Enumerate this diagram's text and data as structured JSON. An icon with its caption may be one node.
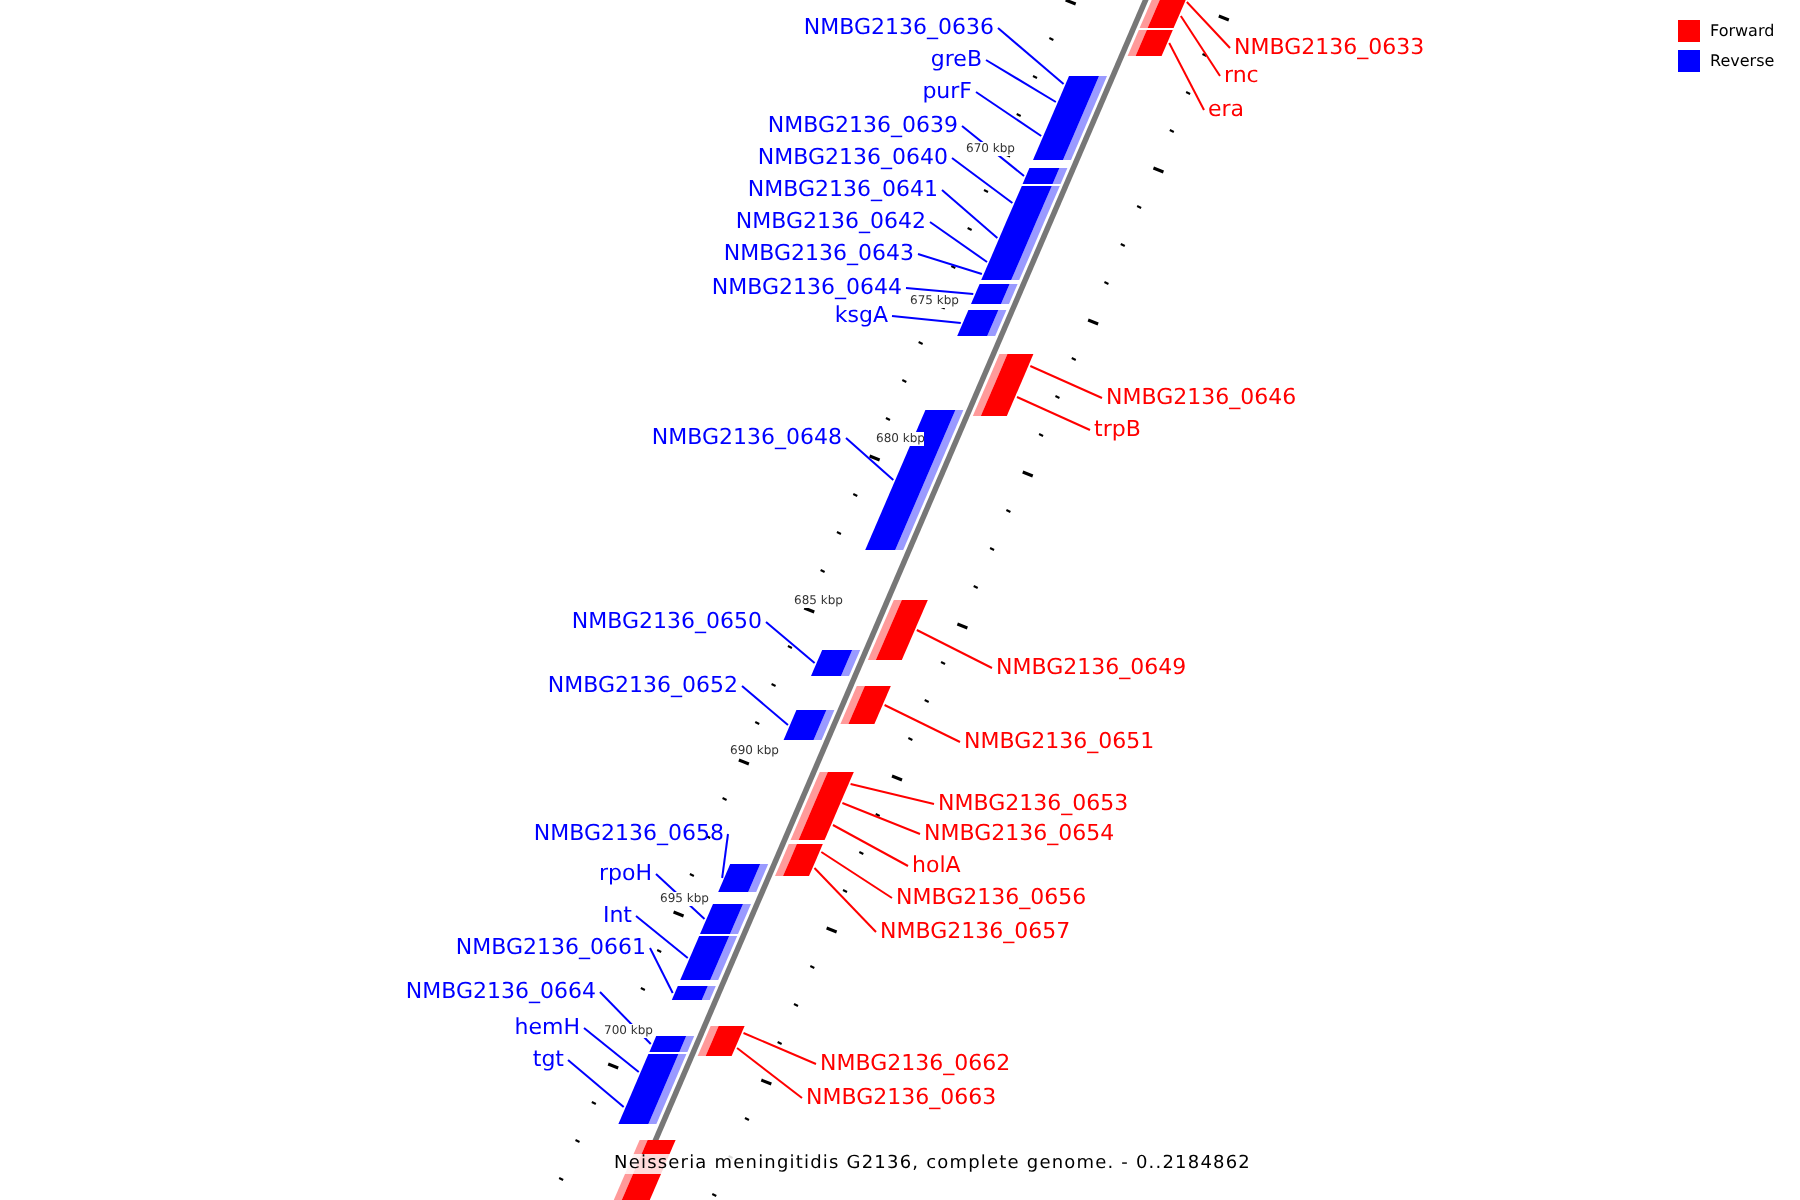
{
  "diagram": {
    "caption": "Neisseria meningitidis G2136, complete genome. - 0..2184862",
    "nodes": [
      {
        "text": [
          "NMBG2136_0636"
        ]
      },
      {
        "text": [],
        "shape": "bar"
      },
      {
        "text": [
          "NMBG2136_0633"
        ]
      },
      {
        "text": [],
        "shape": "bar"
      },
      {
        "text": [
          "greB"
        ]
      },
      {
        "text": [],
        "shape": "bar"
      },
      {
        "text": [
          "rnc"
        ]
      },
      {
        "text": [],
        "shape": "bar"
      },
      {
        "text": [
          "purF"
        ]
      },
      {
        "text": [],
        "shape": "bar"
      },
      {
        "text": [
          "era"
        ]
      },
      {
        "text": [],
        "shape": "bar"
      },
      {
        "text": [
          "NMBG2136_0639"
        ]
      },
      {
        "text": [],
        "shape": "bar"
      },
      {
        "text": [
          "NMBG2136_0640"
        ]
      },
      {
        "text": [],
        "shape": "bar"
      },
      {
        "text": [
          "NMBG2136_0641"
        ]
      },
      {
        "text": [],
        "shape": "bar"
      },
      {
        "text": [
          "NMBG2136_0642"
        ]
      },
      {
        "text": [],
        "shape": "bar"
      },
      {
        "text": [
          "NMBG2136_0643"
        ]
      },
      {
        "text": [],
        "shape": "bar"
      },
      {
        "text": [
          "NMBG2136_0644"
        ]
      },
      {
        "text": [],
        "shape": "bar"
      },
      {
        "text": [
          "ksgA"
        ]
      },
      {
        "text": [],
        "shape": "bar"
      },
      {
        "text": [
          "NMBG2136_0646"
        ]
      },
      {
        "text": [],
        "shape": "bar"
      },
      {
        "text": [
          "trpB"
        ]
      },
      {
        "text": [],
        "shape": "bar"
      },
      {
        "text": [
          "NMBG2136_0648"
        ]
      },
      {
        "text": [],
        "shape": "bar"
      },
      {
        "text": [
          "NMBG2136_0650"
        ]
      },
      {
        "text": [],
        "shape": "bar"
      },
      {
        "text": [
          "NMBG2136_0649"
        ]
      },
      {
        "text": [],
        "shape": "bar"
      },
      {
        "text": [
          "NMBG2136_0652"
        ]
      },
      {
        "text": [],
        "shape": "bar"
      },
      {
        "text": [
          "NMBG2136_0651"
        ]
      },
      {
        "text": [],
        "shape": "bar"
      },
      {
        "text": [
          "NMBG2136_0653"
        ]
      },
      {
        "text": [],
        "shape": "bar"
      },
      {
        "text": [
          "NMBG2136_0654"
        ]
      },
      {
        "text": [],
        "shape": "bar"
      },
      {
        "text": [
          "NMBG2136_0658"
        ]
      },
      {
        "text": [],
        "shape": "bar"
      },
      {
        "text": [
          "holA"
        ]
      },
      {
        "text": [],
        "shape": "bar"
      },
      {
        "text": [
          "rpoH"
        ]
      },
      {
        "text": [],
        "shape": "bar"
      },
      {
        "text": [
          "NMBG2136_0656"
        ]
      },
      {
        "text": [],
        "shape": "bar"
      },
      {
        "text": [
          "Int"
        ]
      },
      {
        "text": [],
        "shape": "bar"
      },
      {
        "text": [
          "NMBG2136_0657"
        ]
      },
      {
        "text": [],
        "shape": "bar"
      },
      {
        "text": [
          "NMBG2136_0661"
        ]
      },
      {
        "text": [],
        "shape": "bar"
      },
      {
        "text": [
          "NMBG2136_0664"
        ]
      },
      {
        "text": [],
        "shape": "bar"
      },
      {
        "text": [
          "hemH"
        ]
      },
      {
        "text": [],
        "shape": "bar"
      },
      {
        "text": [
          "tgt"
        ]
      },
      {
        "text": [],
        "shape": "bar"
      },
      {
        "text": [
          "NMBG2136_0662"
        ]
      },
      {
        "text": [],
        "shape": "bar"
      },
      {
        "text": [
          "NMBG2136_0663"
        ]
      },
      {
        "text": [],
        "shape": "bar"
      },
      {
        "text": [],
        "shape": "bar"
      }
    ],
    "edges": [
      {
        "from": 0,
        "to": 1,
        "arrow": "none"
      },
      {
        "from": 2,
        "to": 3,
        "arrow": "none",
        "color": "#ff0000"
      },
      {
        "from": 4,
        "to": 5,
        "arrow": "none"
      },
      {
        "from": 6,
        "to": 7,
        "arrow": "none",
        "color": "#ff0000"
      },
      {
        "from": 8,
        "to": 9,
        "arrow": "none"
      },
      {
        "from": 10,
        "to": 11,
        "arrow": "none",
        "color": "#ff0000"
      },
      {
        "from": 12,
        "to": 13,
        "arrow": "none"
      },
      {
        "from": 14,
        "to": 15,
        "arrow": "none"
      },
      {
        "from": 16,
        "to": 17,
        "arrow": "none"
      },
      {
        "from": 18,
        "to": 19,
        "arrow": "none"
      },
      {
        "from": 20,
        "to": 21,
        "arrow": "none"
      },
      {
        "from": 22,
        "to": 23,
        "arrow": "none"
      },
      {
        "from": 24,
        "to": 25,
        "arrow": "none"
      },
      {
        "from": 26,
        "to": 27,
        "arrow": "none",
        "color": "#ff0000"
      },
      {
        "from": 28,
        "to": 29,
        "arrow": "none",
        "color": "#ff0000"
      },
      {
        "from": 30,
        "to": 31,
        "arrow": "none"
      },
      {
        "from": 32,
        "to": 33,
        "arrow": "none"
      },
      {
        "from": 34,
        "to": 35,
        "arrow": "none",
        "color": "#ff0000"
      },
      {
        "from": 36,
        "to": 37,
        "arrow": "none"
      },
      {
        "from": 38,
        "to": 39,
        "arrow": "none",
        "color": "#ff0000"
      },
      {
        "from": 40,
        "to": 41,
        "arrow": "none",
        "color": "#ff0000"
      },
      {
        "from": 42,
        "to": 43,
        "arrow": "none",
        "color": "#ff0000"
      },
      {
        "from": 44,
        "to": 45,
        "arrow": "none"
      },
      {
        "from": 46,
        "to": 47,
        "arrow": "none",
        "color": "#ff0000"
      },
      {
        "from": 48,
        "to": 49,
        "arrow": "none"
      },
      {
        "from": 50,
        "to": 51,
        "arrow": "none",
        "color": "#ff0000"
      },
      {
        "from": 52,
        "to": 53,
        "arrow": "none"
      },
      {
        "from": 54,
        "to": 55,
        "arrow": "none",
        "color": "#ff0000"
      },
      {
        "from": 56,
        "to": 57,
        "arrow": "none"
      },
      {
        "from": 58,
        "to": 59,
        "arrow": "none"
      },
      {
        "from": 60,
        "to": 61,
        "arrow": "none"
      },
      {
        "from": 62,
        "to": 63,
        "arrow": "none"
      },
      {
        "from": 64,
        "to": 65,
        "arrow": "none",
        "color": "#ff0000"
      },
      {
        "from": 66,
        "to": 67,
        "arrow": "none",
        "color": "#ff0000"
      }
    ],
    "labels": [
      "670 kbp",
      "675 kbp",
      "680 kbp",
      "685 kbp",
      "690 kbp",
      "695 kbp",
      "700 kbp"
    ],
    "legend": [
      {
        "text": "Forward",
        "color": "#ff0000"
      },
      {
        "text": "Reverse",
        "color": "#0000ff"
      }
    ]
  }
}
